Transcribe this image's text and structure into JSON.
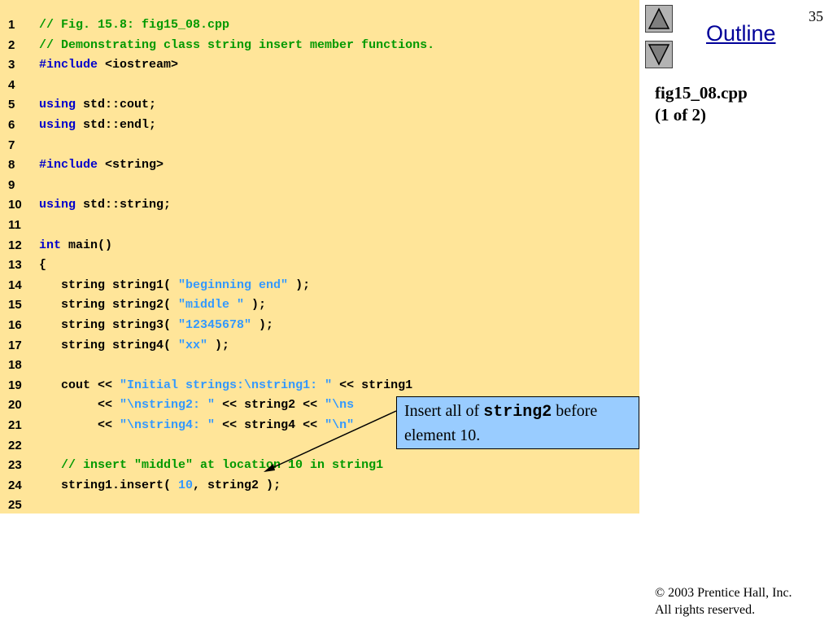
{
  "slide": {
    "number": "35",
    "outline_label": "Outline",
    "file_title": "fig15_08.cpp",
    "file_page": "(1 of 2)",
    "copyright_symbol": "©",
    "copyright_text": " 2003 Prentice Hall, Inc.",
    "rights": "All rights reserved.",
    "code_bg_color": "#ffe599",
    "callout_color": "#99ccff",
    "outline_color": "#000099"
  },
  "nav": {
    "up_icon": "triangle-up-icon",
    "down_icon": "triangle-down-icon"
  },
  "callout": {
    "text_before": "Insert all of ",
    "code": "string2",
    "text_after": " before element 10."
  },
  "code_lines": [
    {
      "n": "1",
      "tokens": [
        [
          "c",
          "// Fig. 15.8: fig15_08.cpp"
        ]
      ]
    },
    {
      "n": "2",
      "tokens": [
        [
          "c",
          "// Demonstrating class string insert member functions."
        ]
      ]
    },
    {
      "n": "3",
      "tokens": [
        [
          "k",
          "#include"
        ],
        [
          "p",
          " <iostream>"
        ]
      ]
    },
    {
      "n": "4",
      "tokens": []
    },
    {
      "n": "5",
      "tokens": [
        [
          "k",
          "using"
        ],
        [
          "p",
          " std::cout;"
        ]
      ]
    },
    {
      "n": "6",
      "tokens": [
        [
          "k",
          "using"
        ],
        [
          "p",
          " std::endl;"
        ]
      ]
    },
    {
      "n": "7",
      "tokens": []
    },
    {
      "n": "8",
      "tokens": [
        [
          "k",
          "#include"
        ],
        [
          "p",
          " <string>"
        ]
      ]
    },
    {
      "n": "9",
      "tokens": []
    },
    {
      "n": "10",
      "tokens": [
        [
          "k",
          "using"
        ],
        [
          "p",
          " std::string;"
        ]
      ]
    },
    {
      "n": "11",
      "tokens": []
    },
    {
      "n": "12",
      "tokens": [
        [
          "k",
          "int"
        ],
        [
          "p",
          " main()"
        ]
      ]
    },
    {
      "n": "13",
      "tokens": [
        [
          "p",
          "{"
        ]
      ]
    },
    {
      "n": "14",
      "tokens": [
        [
          "p",
          "   string string1( "
        ],
        [
          "s",
          "\"beginning end\""
        ],
        [
          "p",
          " );"
        ]
      ]
    },
    {
      "n": "15",
      "tokens": [
        [
          "p",
          "   string string2( "
        ],
        [
          "s",
          "\"middle \""
        ],
        [
          "p",
          " );"
        ]
      ]
    },
    {
      "n": "16",
      "tokens": [
        [
          "p",
          "   string string3( "
        ],
        [
          "s",
          "\"12345678\""
        ],
        [
          "p",
          " );"
        ]
      ]
    },
    {
      "n": "17",
      "tokens": [
        [
          "p",
          "   string string4( "
        ],
        [
          "s",
          "\"xx\""
        ],
        [
          "p",
          " );"
        ]
      ]
    },
    {
      "n": "18",
      "tokens": []
    },
    {
      "n": "19",
      "tokens": [
        [
          "p",
          "   cout << "
        ],
        [
          "s",
          "\"Initial strings:\\nstring1: \""
        ],
        [
          "p",
          " << string1"
        ]
      ]
    },
    {
      "n": "20",
      "tokens": [
        [
          "p",
          "        << "
        ],
        [
          "s",
          "\"\\nstring2: \""
        ],
        [
          "p",
          " << string2 << "
        ],
        [
          "s",
          "\"\\ns"
        ]
      ]
    },
    {
      "n": "21",
      "tokens": [
        [
          "p",
          "        << "
        ],
        [
          "s",
          "\"\\nstring4: \""
        ],
        [
          "p",
          " << string4 << "
        ],
        [
          "s",
          "\"\\n\""
        ]
      ]
    },
    {
      "n": "22",
      "tokens": []
    },
    {
      "n": "23",
      "tokens": [
        [
          "c",
          "   // insert \"middle\" at location 10 in string1"
        ]
      ]
    },
    {
      "n": "24",
      "tokens": [
        [
          "p",
          "   string1.insert( "
        ],
        [
          "s",
          "10"
        ],
        [
          "p",
          ", string2 );"
        ]
      ]
    },
    {
      "n": "25",
      "tokens": []
    }
  ]
}
